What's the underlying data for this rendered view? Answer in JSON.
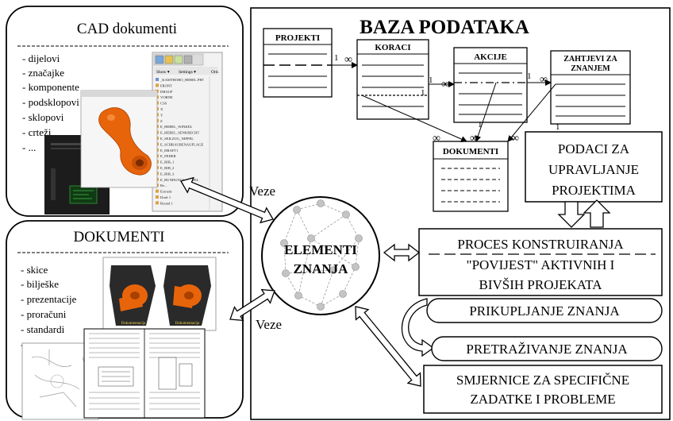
{
  "database": {
    "title": "BAZA PODATAKA",
    "tables": {
      "projekti": "PROJEKTI",
      "koraci": "KORACI",
      "akcije": "AKCIJE",
      "zahtjevi_line1": "ZAHTJEVI ZA",
      "zahtjevi_line2": "ZNANJEM",
      "dokumenti": "DOKUMENTI"
    },
    "cardinality": {
      "one": "1",
      "many": "∞"
    }
  },
  "cad_panel": {
    "title": "CAD dokumenti",
    "items": [
      "- dijelovi",
      "- značajke",
      "- komponente",
      "- podsklopovi",
      "- sklopovi",
      "- crteži",
      "- ..."
    ],
    "tree_items": [
      "_KAMTROBO_HEBEL.PRT",
      "FRONT",
      "DRAUF",
      "VORNE",
      "CSS",
      "X",
      "Y",
      "Z",
      "E_HEBEL_WINKEL",
      "E_HEBEL_SENKRECHT",
      "E_SEILZUG_NIPPEL",
      "E_SCHRAUBENAUFLAGE",
      "E_DRAFT1",
      "E_FEDER",
      "E_RIB_1",
      "E_RIB_2",
      "E_RIB_3",
      "E_RUNDUNGS_NIPPEL",
      "Re...",
      "Extrude",
      "Draft 1",
      "Round 1"
    ],
    "toolbar_labels": [
      "Show ▾",
      "Settings ▾"
    ],
    "column_header": "Ord."
  },
  "doc_panel": {
    "title": "DOKUMENTI",
    "items": [
      "- skice",
      "- bilješke",
      "- prezentacije",
      "- proračuni",
      "- standardi",
      "- ..."
    ],
    "photo_labels": [
      "Dokumentacija",
      "Dokumentacija"
    ]
  },
  "connections": {
    "veze_top": "Veze",
    "veze_bottom": "Veze"
  },
  "knowledge": {
    "line1": "ELEMENTI",
    "line2": "ZNANJA"
  },
  "project_mgmt": {
    "line1": "PODACI ZA",
    "line2": "UPRAVLJANJE",
    "line3": "PROJEKTIMA"
  },
  "process": {
    "line1": "PROCES KONSTRUIRANJA",
    "line2": "\"POVIJEST\" AKTIVNIH I",
    "line3": "BIVŠIH PROJEKATA"
  },
  "gathering": "PRIKUPLJANJE ZNANJA",
  "search": "PRETRAŽIVANJE ZNANJA",
  "guidelines": {
    "line1": "SMJERNICE ZA SPECIFIČNE",
    "line2": "ZADATKE I PROBLEME"
  },
  "colors": {
    "accent": "#e8640a",
    "dark_part": "#2a2a2a",
    "screen_green": "#3fc24a"
  }
}
